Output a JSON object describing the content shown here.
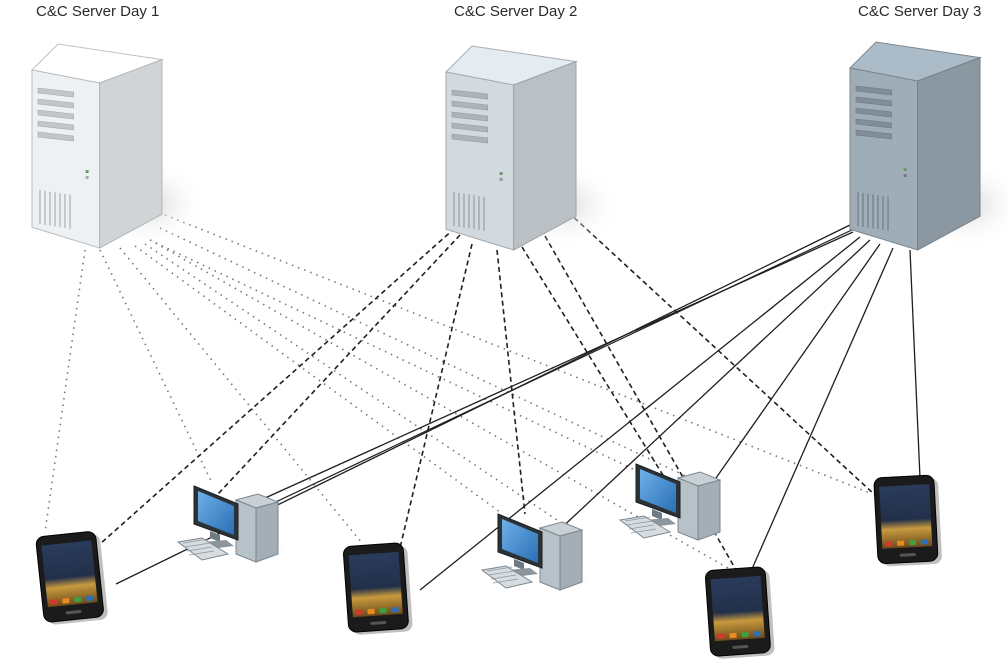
{
  "servers": [
    {
      "label": "C&C Server Day 1",
      "state": "inactive"
    },
    {
      "label": "C&C Server Day 2",
      "state": "inactive-recent"
    },
    {
      "label": "C&C Server Day 3",
      "state": "active"
    }
  ],
  "connection_styles": {
    "day1": "dotted",
    "day2": "dashed",
    "day3": "solid"
  },
  "clients": [
    {
      "type": "smartphone"
    },
    {
      "type": "desktop-computer"
    },
    {
      "type": "smartphone"
    },
    {
      "type": "desktop-computer"
    },
    {
      "type": "desktop-computer"
    },
    {
      "type": "smartphone"
    },
    {
      "type": "smartphone"
    }
  ],
  "colors": {
    "server_day1": "#eef1f3",
    "server_day2": "#d3dadf",
    "server_day3": "#9eadb8",
    "monitor_screen": "#4a8fd0",
    "phone_body": "#1b1b1b",
    "phone_screen": "#c79a3e"
  }
}
